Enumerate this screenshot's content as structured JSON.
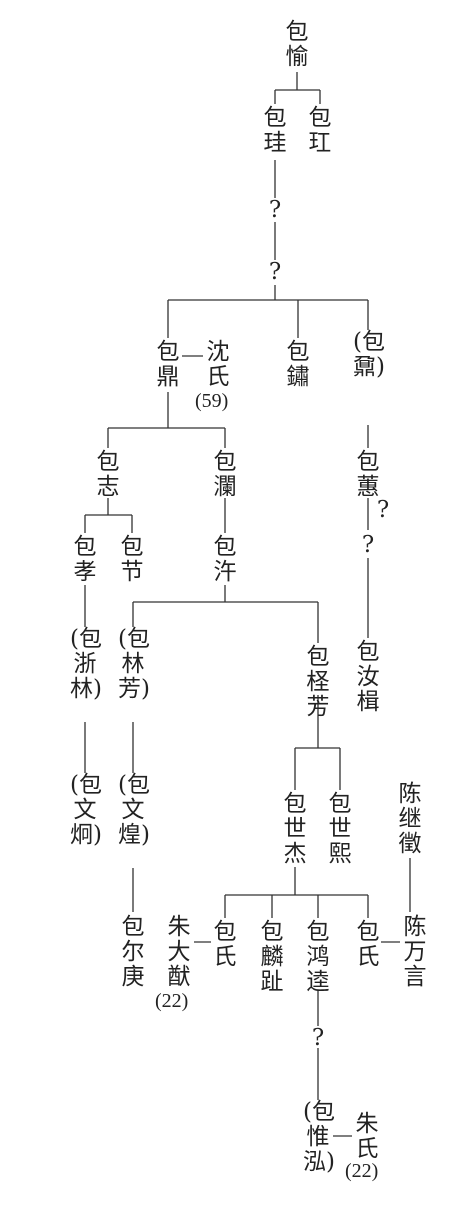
{
  "nodes": {
    "yu": "包愉",
    "gui": "包珪",
    "hong": "包玒",
    "q1": "?",
    "q2": "?",
    "ding": "包鼎",
    "shen": "沈氏",
    "shen_note": "(59)",
    "su": "包鏽",
    "nai": "(包鼐)",
    "zhi": "包志",
    "lan": "包瀾",
    "xiao": "包孝",
    "jie": "包节",
    "ji": "包汻",
    "jianlin": "(包浙林)",
    "linfang": "(包林芳)",
    "chengfang": "包柽芳",
    "wenjiong": "(包文炯)",
    "wenhuang": "(包文煌)",
    "ergeng": "包尔庚",
    "shijie": "包世杰",
    "shixi": "包世熙",
    "xiang": "包蕙",
    "q3": "?",
    "q4": "?",
    "rushan": "包汝楫",
    "chen_jiwei": "陈继徵",
    "chen_wanyan": "陈万言",
    "zhu_dayou": "朱大猷",
    "zhu_note": "(22)",
    "baoshi1": "包氏",
    "linzhi": "包麟趾",
    "hongda": "包鸿逵",
    "baoshi2": "包氏",
    "q5": "?",
    "weihong": "(包惟泓)",
    "zhushi": "朱氏",
    "zhushi_note": "(22)"
  }
}
